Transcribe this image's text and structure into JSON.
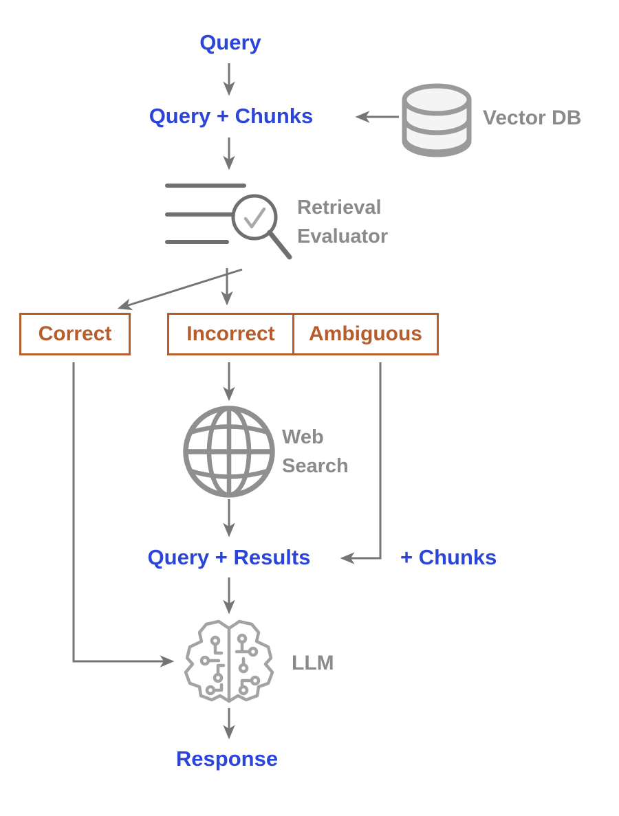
{
  "flow": {
    "query": "Query",
    "query_chunks": "Query + Chunks",
    "vector_db": "Vector DB",
    "retrieval_evaluator": "Retrieval Evaluator",
    "correct": "Correct",
    "incorrect": "Incorrect",
    "ambiguous": "Ambiguous",
    "web_search": "Web Search",
    "query_results": "Query + Results",
    "plus_chunks": "+ Chunks",
    "llm": "LLM",
    "response": "Response"
  },
  "colors": {
    "label_blue": "#2B45D8",
    "label_gray": "#8A8A8A",
    "box_orange": "#B75D2C",
    "arrow_gray": "#757575",
    "icon_gray": "#8F8F8F"
  },
  "icons": {
    "vector_db": "database-icon",
    "retrieval_evaluator": "magnifier-check-icon",
    "web_search": "globe-icon",
    "llm": "brain-circuit-icon"
  }
}
